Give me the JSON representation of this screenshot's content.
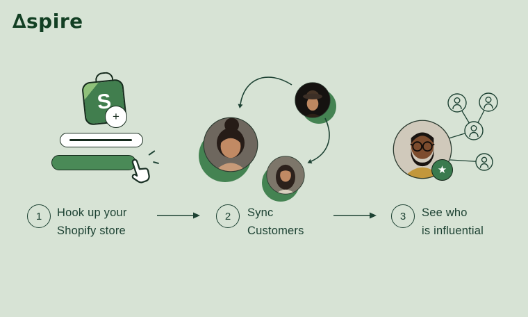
{
  "logo": {
    "delta": "∆",
    "rest": "spire"
  },
  "colors": {
    "background": "#d7e3d5",
    "ink": "#1d4233",
    "logo_green": "#123f23",
    "shopify_green": "#417e4e",
    "pill_green": "#4a8a57",
    "badge_green": "#3a7a4e",
    "white": "#ffffff"
  },
  "shopify": {
    "letter": "S",
    "plus": "+"
  },
  "glyphs": {
    "star": "★"
  },
  "icons": {
    "logo_mark": "delta-triangle",
    "step1": "shopify-bag with plus badge, input pill, green button pill, hand cursor",
    "step2": "three customer avatars with sync cycle arrows",
    "step3": "influencer avatar with star badge and follower network"
  },
  "steps": [
    {
      "number": "1",
      "line1": "Hook up your",
      "line2": "Shopify store"
    },
    {
      "number": "2",
      "line1": "Sync",
      "line2": "Customers"
    },
    {
      "number": "3",
      "line1": "See who",
      "line2": "is influential"
    }
  ]
}
